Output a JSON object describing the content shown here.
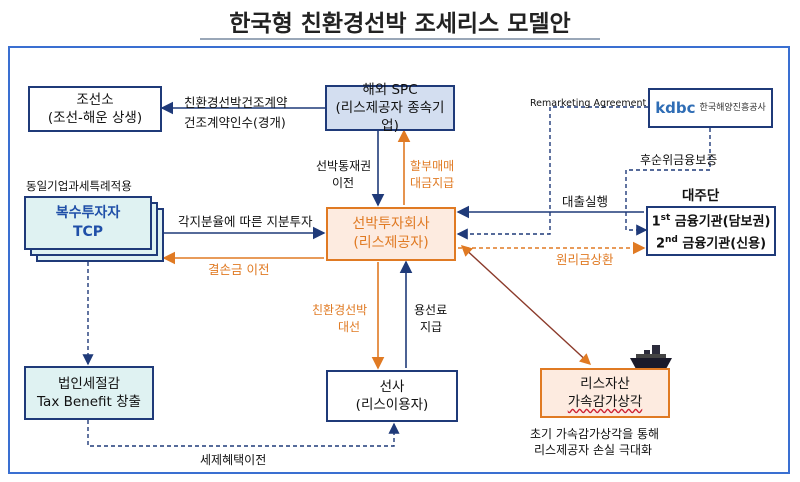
{
  "title": "한국형 친환경선박 조세리스 모델안",
  "boxes": {
    "shipyard": {
      "line1": "조선소",
      "line2": "(조선-해운 상생)"
    },
    "spc": {
      "line1": "해외 SPC",
      "line2": "(리스제공자 종속기업)"
    },
    "kdbc": {
      "logo": "kdbc",
      "name": "한국해양진흥공사"
    },
    "tcp": {
      "line1": "복수투자자",
      "line2": "TCP"
    },
    "ship_invest": {
      "line1": "선박투자회사",
      "line2": "(리스제공자)"
    },
    "lender": {
      "label": "대주단",
      "line1_sup": "st",
      "line1_num": "1",
      "line1_text": " 금융기관(담보권)",
      "line2_sup": "nd",
      "line2_num": "2",
      "line2_text": " 금융기관(신용)"
    },
    "tax": {
      "line1": "법인세절감",
      "line2": "Tax Benefit 창출"
    },
    "shipowner": {
      "line1": "선사",
      "line2": "(리스이용자)"
    },
    "lease_asset": {
      "line1": "리스자산",
      "line2": "가속감가상각"
    }
  },
  "labels": {
    "contract1": "친환경선박건조계약",
    "contract2": "건조계약인수(경개)",
    "consolidated": "동일기업과세특례적용",
    "remarketing": "Remarketing Agreement",
    "guarantee": "후순위금융보증",
    "ownership1": "선박통재권",
    "ownership2": "이전",
    "installment1": "할부매매",
    "installment2": "대금지급",
    "equity": "각지분율에 따른 지분투자",
    "loss": "결손금 이전",
    "loan": "대출실행",
    "repay": "원리금상환",
    "charter1": "친환경선박",
    "charter2": "대선",
    "hire1": "용선료",
    "hire2": "지급",
    "taxbenefit": "세제혜택이전",
    "note1": "초기 가속감가상각을 통해",
    "note2": "리스제공자 손실 극대화"
  },
  "colors": {
    "navy": "#1f3a79",
    "orange": "#e07a23",
    "frame": "#3a6fd1",
    "kdbc_blue": "#2f6db5"
  }
}
